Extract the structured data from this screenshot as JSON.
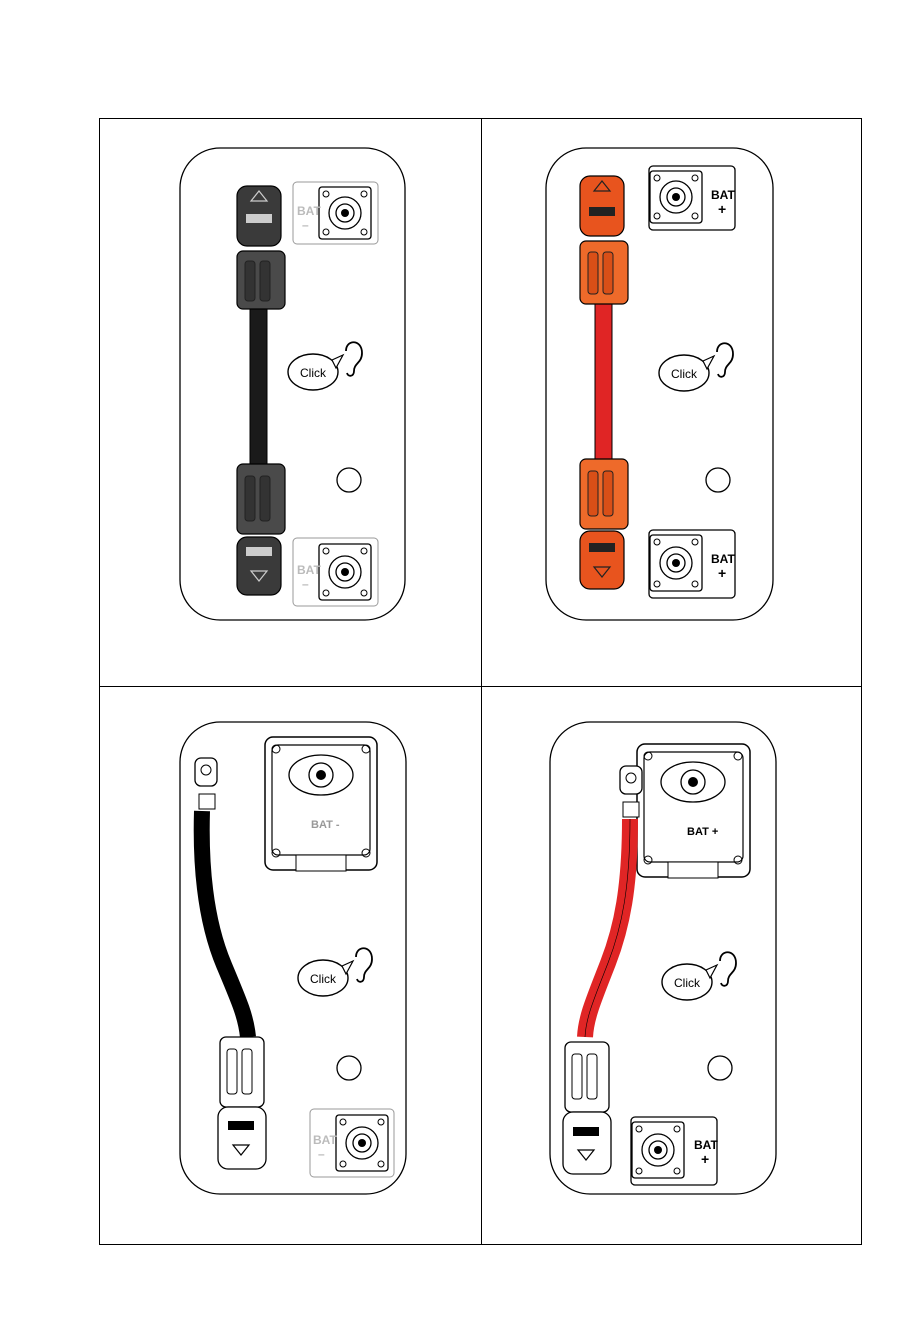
{
  "panels": [
    {
      "id": "black-short-cable",
      "cable_color": "#1a1a1a",
      "plug_color": "#3a3a3a",
      "terminal_top": {
        "line1": "BAT",
        "line2": "–"
      },
      "terminal_bottom": {
        "line1": "BAT",
        "line2": "–"
      },
      "click_label": "Click"
    },
    {
      "id": "red-short-cable",
      "cable_color": "#e02525",
      "plug_color": "#e8541e",
      "terminal_top": {
        "line1": "BAT",
        "line2": "+"
      },
      "terminal_bottom": {
        "line1": "BAT",
        "line2": "+"
      },
      "click_label": "Click"
    },
    {
      "id": "black-ring-cable",
      "cable_color": "#111111",
      "plug_color": "#ffffff",
      "box_label": "BAT -",
      "terminal_bottom": {
        "line1": "BAT",
        "line2": "–"
      },
      "click_label": "Click"
    },
    {
      "id": "red-ring-cable",
      "cable_color": "#e02525",
      "plug_color": "#ffffff",
      "box_label": "BAT +",
      "terminal_bottom": {
        "line1": "BAT",
        "line2": "+"
      },
      "click_label": "Click"
    }
  ]
}
